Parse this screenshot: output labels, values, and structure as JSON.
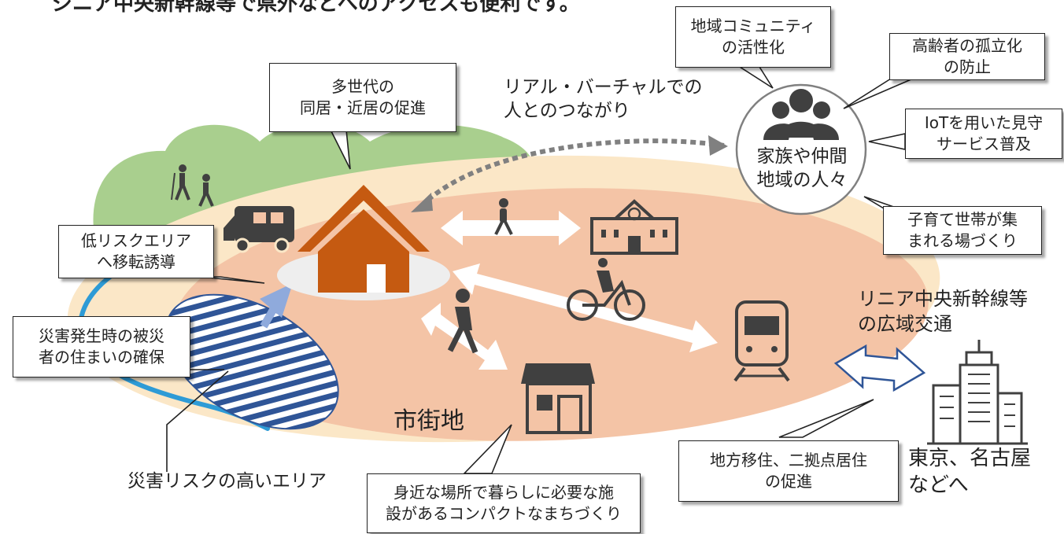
{
  "header": {
    "cut_text": "ジニア中央新幹線等で県外などへのアクセスも便利です。"
  },
  "callouts": {
    "multigen": [
      "多世代の",
      "同居・近居の促進"
    ],
    "community": [
      "地域コミュニティ",
      "の活性化"
    ],
    "elderly": [
      "高齢者の孤立化",
      "の防止"
    ],
    "iot": [
      "IoTを用いた見守",
      "サービス普及"
    ],
    "childcare": [
      "子育て世帯が集",
      "まれる場づくり"
    ],
    "lowrisk": [
      "低リスクエリア",
      "へ移転誘導"
    ],
    "disaster_housing": [
      "災害発生時の被災",
      "者の住まいの確保"
    ],
    "migration": [
      "地方移住、二拠点居住",
      "の促進"
    ],
    "compact": [
      "身近な場所で暮らしに必要な施",
      "設があるコンパクトなまちづくり"
    ]
  },
  "labels": {
    "virtual": [
      "リアル・バーチャルでの",
      "人とのつながり"
    ],
    "people": [
      "家族や仲間",
      "地域の人々"
    ],
    "linear": [
      "リニア中央新幹線等",
      "の広域交通"
    ],
    "tokyo": [
      "東京、名古屋",
      "などへ"
    ],
    "city": "市街地",
    "risk_area": "災害リスクの高いエリア"
  },
  "colors": {
    "hill": "#a9cf8e",
    "town": "#f4c4a6",
    "halo": "#fbe7c7",
    "house": "#c55a11",
    "icon": "#404040",
    "risk_stripe": "#2f5597",
    "river": "#2e9bd6",
    "relocate_arrow": "#8faadc"
  },
  "icons": [
    "hikers-icon",
    "camper-van-icon",
    "house-icon",
    "walker-icon",
    "school-icon",
    "cyclist-icon",
    "train-icon",
    "shop-icon",
    "building-icon",
    "people-group-icon"
  ]
}
